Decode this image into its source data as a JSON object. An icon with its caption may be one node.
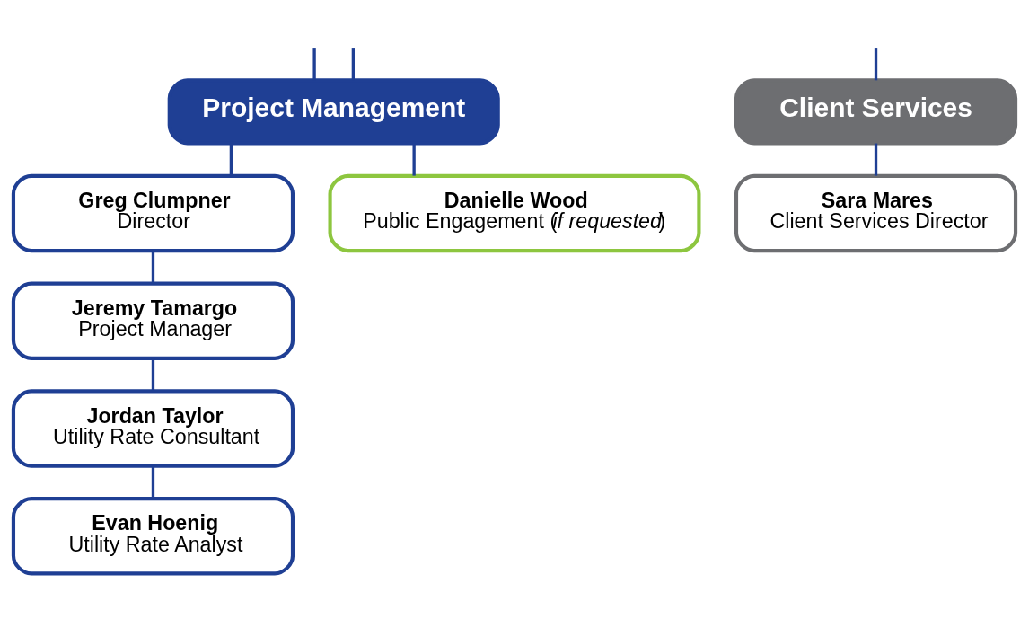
{
  "diagram": {
    "nodes": [
      {
        "text": [
          "Project Management"
        ]
      },
      {
        "text": [
          "Greg Clumpner",
          "Director"
        ]
      },
      {
        "text": [
          "Jeremy Tamargo",
          "Project Manager"
        ]
      },
      {
        "text": [
          "Jordan Taylor",
          "Utility Rate Consultant"
        ]
      },
      {
        "text": [
          "Evan Hoenig",
          "Utility Rate Analyst"
        ]
      },
      {
        "text": [
          "Danielle Wood",
          "Public Engagement (*if requested*)"
        ]
      },
      {
        "text": [
          "Client Services"
        ]
      },
      {
        "text": [
          "Sara Mares",
          "Client Services Director"
        ]
      }
    ],
    "edges": [
      {
        "from": null,
        "to": 0,
        "arrow": "none"
      },
      {
        "from": null,
        "to": 0,
        "arrow": "none"
      },
      {
        "from": null,
        "to": 6,
        "arrow": "none"
      },
      {
        "from": 0,
        "to": 1,
        "arrow": "none"
      },
      {
        "from": 1,
        "to": 2,
        "arrow": "none"
      },
      {
        "from": 2,
        "to": 3,
        "arrow": "none"
      },
      {
        "from": 3,
        "to": 4,
        "arrow": "none"
      },
      {
        "from": 0,
        "to": 5,
        "arrow": "none"
      },
      {
        "from": 6,
        "to": 7,
        "arrow": "none"
      }
    ]
  }
}
